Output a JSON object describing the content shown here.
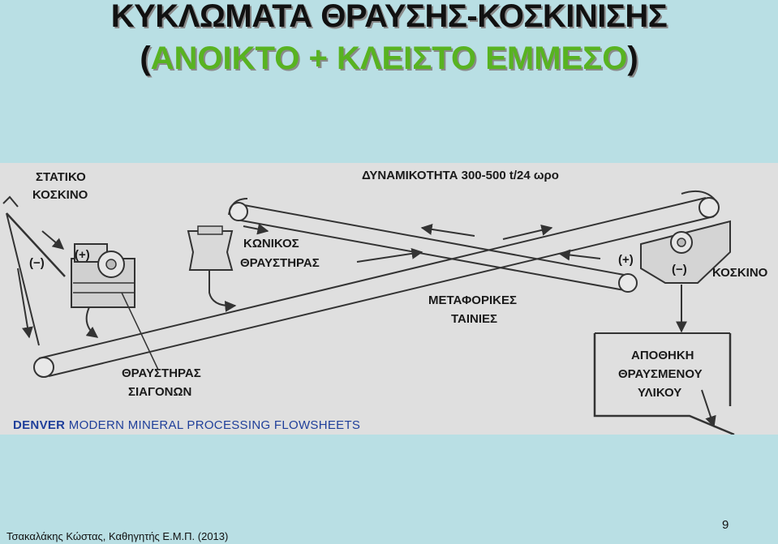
{
  "slide": {
    "title_line1": "ΚΥΚΛΩΜΑΤΑ ΘΡΑΥΣΗΣ-ΚΟΣΚΙΝΙΣΗΣ",
    "title_line2_open": "(",
    "title_line2_main": "ΑΝΟΙΚΤΟ + ΚΛΕΙΣΤΟ ΕΜΜΕΣΟ",
    "title_line2_close": ")",
    "accent_color": "#58b321",
    "footer_author": "Τσακαλάκης Κώστας, Καθηγητής Ε.Μ.Π. (2013)",
    "page_number": "9"
  },
  "diagram": {
    "labels": {
      "static_screen_l1": "ΣΤΑΤΙΚΟ",
      "static_screen_l2": "ΚΟΣΚΙΝΟ",
      "capacity": "ΔΥΝΑΜΙΚΟΤΗΤΑ 300-500 t/24 ωρο",
      "cone_crusher_l1": "ΚΩΝΙΚΟΣ",
      "cone_crusher_l2": "ΘΡΑΥΣΤΗΡΑΣ",
      "screen": "ΚΟΣΚΙΝΟ",
      "conveyors_l1": "ΜΕΤΑΦΟΡΙΚΕΣ",
      "conveyors_l2": "ΤΑΙΝΙΕΣ",
      "jaw_crusher_l1": "ΘΡΑΥΣΤΗΡΑΣ",
      "jaw_crusher_l2": "ΣΙΑΓΟΝΩΝ",
      "storage_l1": "ΑΠΟΘΗΚΗ",
      "storage_l2": "ΘΡΑΥΣΜΕΝΟΥ",
      "storage_l3": "ΥΛΙΚΟΥ",
      "plus": "(+)",
      "minus": "(−)"
    },
    "caption_brand": "DENVER",
    "caption_rest": "MODERN MINERAL PROCESSING FLOWSHEETS"
  }
}
